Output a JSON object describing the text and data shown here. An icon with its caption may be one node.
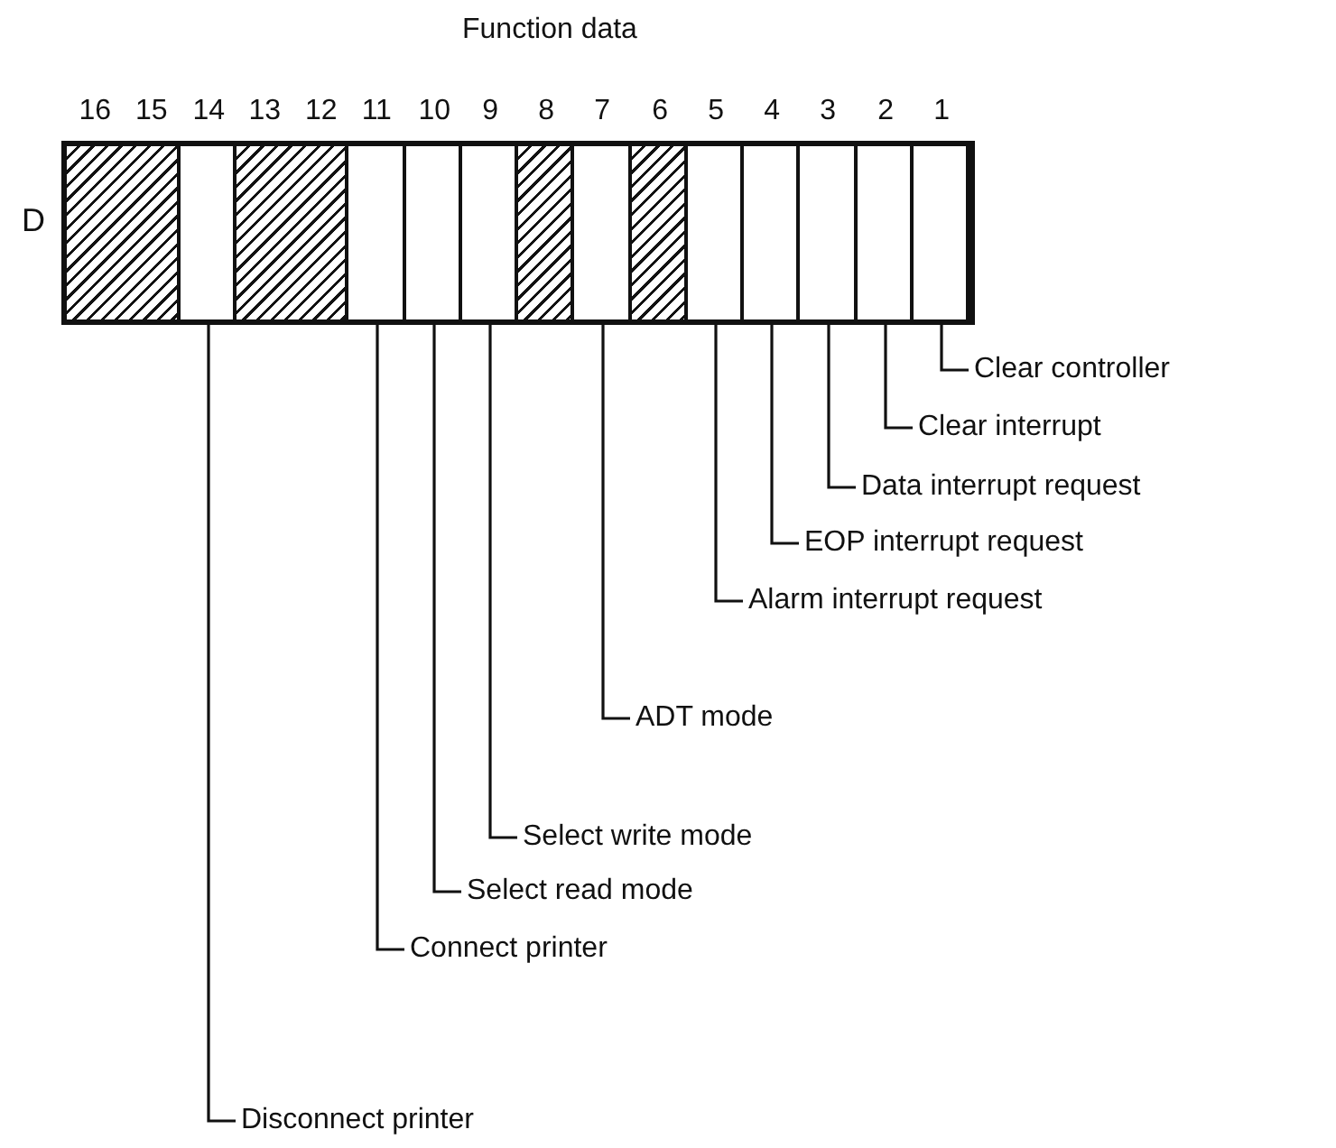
{
  "diagram": {
    "title": "Function data",
    "nodes": [
      {
        "text": [],
        "shape": "box"
      },
      {
        "text": [
          "16",
          "15"
        ],
        "in": 0
      },
      {
        "text": [
          "14"
        ],
        "in": 0
      },
      {
        "text": [
          "13",
          "12"
        ],
        "in": 0
      },
      {
        "text": [
          "11"
        ],
        "in": 0
      },
      {
        "text": [
          "10"
        ],
        "in": 0
      },
      {
        "text": [
          "9"
        ],
        "in": 0
      },
      {
        "text": [
          "8"
        ],
        "in": 0
      },
      {
        "text": [
          "7"
        ],
        "in": 0
      },
      {
        "text": [
          "6"
        ],
        "in": 0
      },
      {
        "text": [
          "5"
        ],
        "in": 0
      },
      {
        "text": [
          "4"
        ],
        "in": 0
      },
      {
        "text": [
          "3"
        ],
        "in": 0
      },
      {
        "text": [
          "2"
        ],
        "in": 0
      },
      {
        "text": [
          "1"
        ],
        "in": 0
      },
      {
        "text": [
          "Clear controller"
        ]
      },
      {
        "text": [
          "Clear interrupt"
        ]
      },
      {
        "text": [
          "Data interrupt request"
        ]
      },
      {
        "text": [
          "EOP interrupt request"
        ]
      },
      {
        "text": [
          "Alarm interrupt request"
        ]
      },
      {
        "text": [
          "ADT mode"
        ]
      },
      {
        "text": [
          "Select write mode"
        ]
      },
      {
        "text": [
          "Select read mode"
        ]
      },
      {
        "text": [
          "Connect printer"
        ]
      },
      {
        "text": [
          "Disconnect printer"
        ]
      }
    ],
    "edges": [
      {
        "from": 15,
        "to": 14,
        "arrow": "none"
      },
      {
        "from": 16,
        "to": 13,
        "arrow": "none"
      },
      {
        "from": 17,
        "to": 12,
        "arrow": "none"
      },
      {
        "from": 18,
        "to": 11,
        "arrow": "none"
      },
      {
        "from": 19,
        "to": 10,
        "arrow": "none"
      },
      {
        "from": 20,
        "to": 8,
        "arrow": "none"
      },
      {
        "from": 21,
        "to": 6,
        "arrow": "none"
      },
      {
        "from": 22,
        "to": 5,
        "arrow": "none"
      },
      {
        "from": 23,
        "to": 4,
        "arrow": "none"
      },
      {
        "from": 24,
        "to": 2,
        "arrow": "none"
      }
    ],
    "labels": [
      "D"
    ]
  }
}
